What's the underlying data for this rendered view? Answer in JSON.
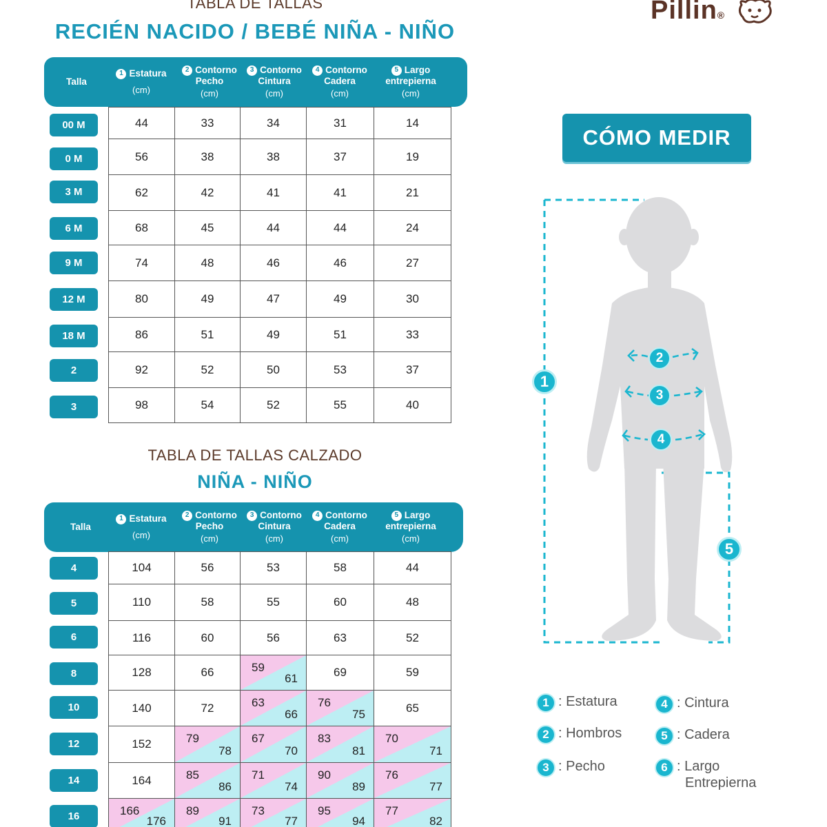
{
  "brand": {
    "logo_text": "Pillin",
    "logo_mark": "®"
  },
  "table1": {
    "kicker": "TABLA DE TALLAS",
    "title": "RECIÉN NACIDO / BEBÉ NIÑA - NIÑO",
    "headers": {
      "talla": "Talla",
      "c1_num": "1",
      "c1_name": "Estatura",
      "c1_unit": "(cm)",
      "c2_num": "2",
      "c2_name_1": "Contorno",
      "c2_name_2": "Pecho",
      "c2_unit": "(cm)",
      "c3_num": "3",
      "c3_name_1": "Contorno",
      "c3_name_2": "Cintura",
      "c3_unit": "(cm)",
      "c4_num": "4",
      "c4_name_1": "Contorno",
      "c4_name_2": "Cadera",
      "c4_unit": "(cm)",
      "c5_num": "5",
      "c5_name_1": "Largo",
      "c5_name_2": "entrepierna",
      "c5_unit": "(cm)"
    },
    "rows": [
      {
        "talla": "00 M",
        "v": [
          "44",
          "33",
          "34",
          "31",
          "14"
        ]
      },
      {
        "talla": "0 M",
        "v": [
          "56",
          "38",
          "38",
          "37",
          "19"
        ]
      },
      {
        "talla": "3 M",
        "v": [
          "62",
          "42",
          "41",
          "41",
          "21"
        ]
      },
      {
        "talla": "6 M",
        "v": [
          "68",
          "45",
          "44",
          "44",
          "24"
        ]
      },
      {
        "talla": "9 M",
        "v": [
          "74",
          "48",
          "46",
          "46",
          "27"
        ]
      },
      {
        "talla": "12 M",
        "v": [
          "80",
          "49",
          "47",
          "49",
          "30"
        ]
      },
      {
        "talla": "18 M",
        "v": [
          "86",
          "51",
          "49",
          "51",
          "33"
        ]
      },
      {
        "talla": "2",
        "v": [
          "92",
          "52",
          "50",
          "53",
          "37"
        ]
      },
      {
        "talla": "3",
        "v": [
          "98",
          "54",
          "52",
          "55",
          "40"
        ]
      }
    ]
  },
  "table2": {
    "kicker": "TABLA DE TALLAS CALZADO",
    "title": "NIÑA - NIÑO",
    "headers": {
      "talla": "Talla",
      "c1_num": "1",
      "c1_name": "Estatura",
      "c1_unit": "(cm)",
      "c2_num": "2",
      "c2_name_1": "Contorno",
      "c2_name_2": "Pecho",
      "c2_unit": "(cm)",
      "c3_num": "3",
      "c3_name_1": "Contorno",
      "c3_name_2": "Cintura",
      "c3_unit": "(cm)",
      "c4_num": "4",
      "c4_name_1": "Contorno",
      "c4_name_2": "Cadera",
      "c4_unit": "(cm)",
      "c5_num": "5",
      "c5_name_1": "Largo",
      "c5_name_2": "entrepierna",
      "c5_unit": "(cm)"
    },
    "rows": [
      {
        "talla": "4",
        "v": [
          "104",
          "56",
          "53",
          "58",
          "44"
        ]
      },
      {
        "talla": "5",
        "v": [
          "110",
          "58",
          "55",
          "60",
          "48"
        ]
      },
      {
        "talla": "6",
        "v": [
          "116",
          "60",
          "56",
          "63",
          "52"
        ]
      },
      {
        "talla": "8",
        "v": [
          "128",
          "66",
          [
            "59",
            "61"
          ],
          "69",
          "59"
        ]
      },
      {
        "talla": "10",
        "v": [
          "140",
          "72",
          [
            "63",
            "66"
          ],
          [
            "76",
            "75"
          ],
          "65"
        ]
      },
      {
        "talla": "12",
        "v": [
          "152",
          [
            "79",
            "78"
          ],
          [
            "67",
            "70"
          ],
          [
            "83",
            "81"
          ],
          [
            "70",
            "71"
          ]
        ]
      },
      {
        "talla": "14",
        "v": [
          "164",
          [
            "85",
            "86"
          ],
          [
            "71",
            "74"
          ],
          [
            "90",
            "89"
          ],
          [
            "76",
            "77"
          ]
        ]
      },
      {
        "talla": "16",
        "v": [
          [
            "166",
            "176"
          ],
          [
            "89",
            "91"
          ],
          [
            "73",
            "77"
          ],
          [
            "95",
            "94"
          ],
          [
            "77",
            "82"
          ]
        ]
      }
    ]
  },
  "how": {
    "button": "CÓMO MEDIR"
  },
  "figure": {
    "m1": "1",
    "m2": "2",
    "m3": "3",
    "m4": "4",
    "m5": "5"
  },
  "legend": [
    {
      "num": "1",
      "label": ": Estatura"
    },
    {
      "num": "2",
      "label": ": Hombros"
    },
    {
      "num": "3",
      "label": ": Pecho"
    },
    {
      "num": "4",
      "label": ": Cintura"
    },
    {
      "num": "5",
      "label": ": Cadera"
    },
    {
      "num": "6",
      "label": ": Largo",
      "label2": "Entrepierna"
    }
  ],
  "colors": {
    "teal": "#1593ae",
    "accent": "#1ab6cf",
    "pink": "#f6c8ea",
    "cyan": "#bdeef3",
    "brown": "#5b3a2a"
  }
}
